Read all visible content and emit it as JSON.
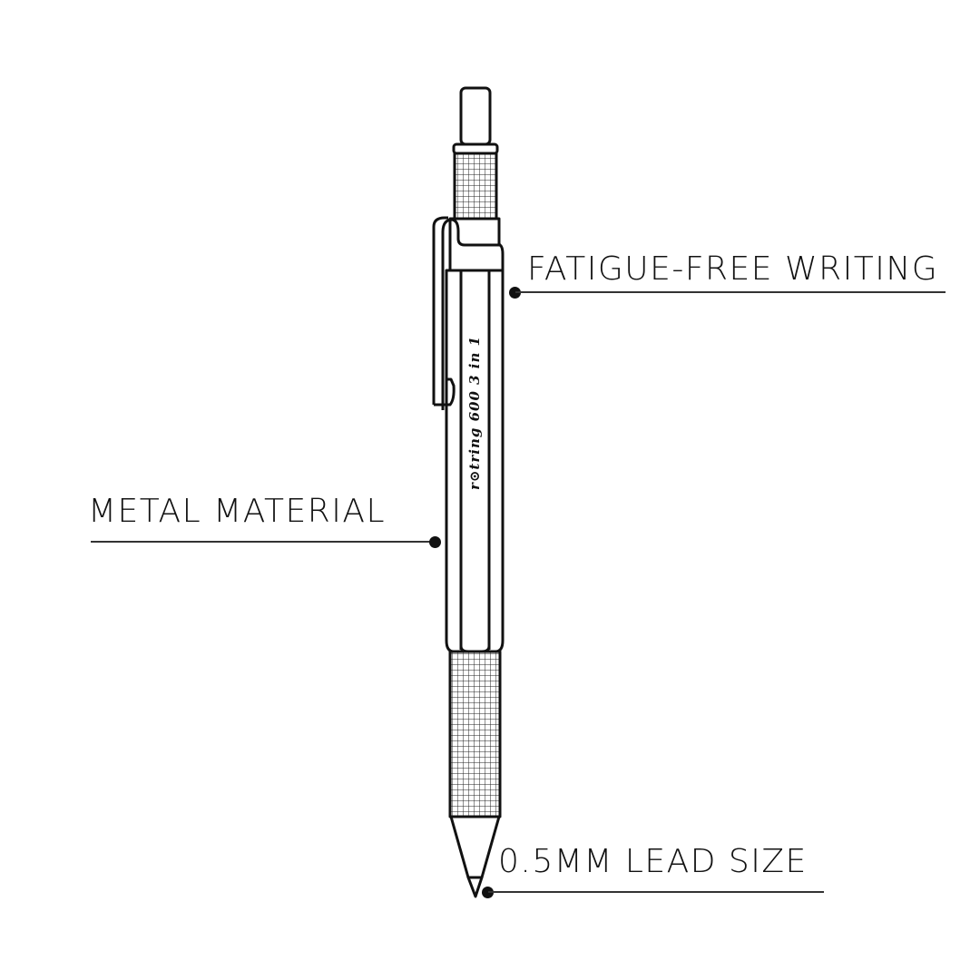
{
  "product": {
    "brand_text": "r⊙tring 600  3 in 1"
  },
  "callouts": [
    {
      "id": "fatigue",
      "label": "FATIGUE-FREE WRITING"
    },
    {
      "id": "metal",
      "label": "METAL MATERIAL"
    },
    {
      "id": "lead",
      "label": "0.5MM LEAD SIZE"
    }
  ],
  "colors": {
    "ink": "#111111",
    "background": "#ffffff",
    "leader": "#333333"
  }
}
